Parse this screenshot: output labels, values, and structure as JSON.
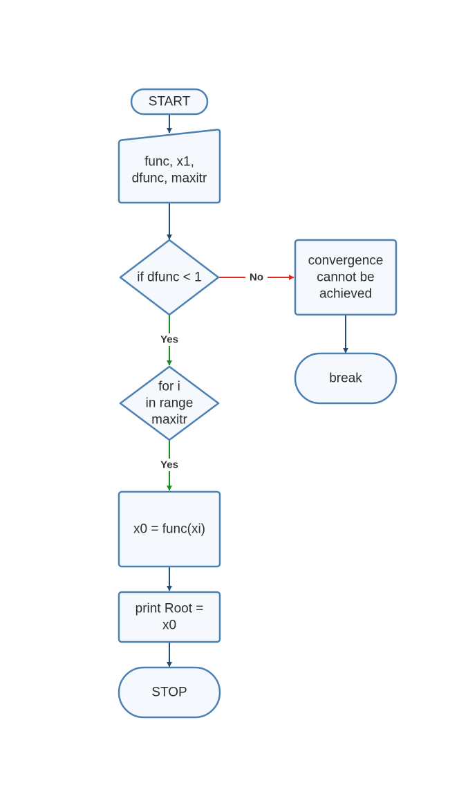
{
  "colors": {
    "node_fill": "#f5f9fd",
    "node_border": "#4a80b3",
    "arrow_default": "#234b74",
    "arrow_yes": "#1b8a22",
    "arrow_no": "#dd2a1e",
    "text": "#2d2d2d"
  },
  "nodes": {
    "start": {
      "shape": "terminator",
      "lines": [
        "START"
      ]
    },
    "input": {
      "shape": "manual-input",
      "lines": [
        "func, x1,",
        "dfunc, maxitr"
      ]
    },
    "check_dfunc": {
      "shape": "decision",
      "lines": [
        "if dfunc < 1"
      ]
    },
    "no_convergence": {
      "shape": "process",
      "lines": [
        "convergence",
        "cannot be",
        "achieved"
      ]
    },
    "break": {
      "shape": "terminator",
      "lines": [
        "break"
      ]
    },
    "loop": {
      "shape": "decision",
      "lines": [
        "for i",
        "in range",
        "maxitr"
      ]
    },
    "compute": {
      "shape": "process",
      "lines": [
        "x0 = func(xi)"
      ]
    },
    "print": {
      "shape": "process",
      "lines": [
        "print Root =",
        "x0"
      ]
    },
    "stop": {
      "shape": "terminator",
      "lines": [
        "STOP"
      ]
    }
  },
  "edges": [
    {
      "from": "start",
      "to": "input",
      "label": "",
      "kind": "default"
    },
    {
      "from": "input",
      "to": "check_dfunc",
      "label": "",
      "kind": "default"
    },
    {
      "from": "check_dfunc",
      "to": "no_convergence",
      "label": "No",
      "kind": "no"
    },
    {
      "from": "no_convergence",
      "to": "break",
      "label": "",
      "kind": "default"
    },
    {
      "from": "check_dfunc",
      "to": "loop",
      "label": "Yes",
      "kind": "yes"
    },
    {
      "from": "loop",
      "to": "compute",
      "label": "Yes",
      "kind": "yes"
    },
    {
      "from": "compute",
      "to": "print",
      "label": "",
      "kind": "default"
    },
    {
      "from": "print",
      "to": "stop",
      "label": "",
      "kind": "default"
    }
  ]
}
